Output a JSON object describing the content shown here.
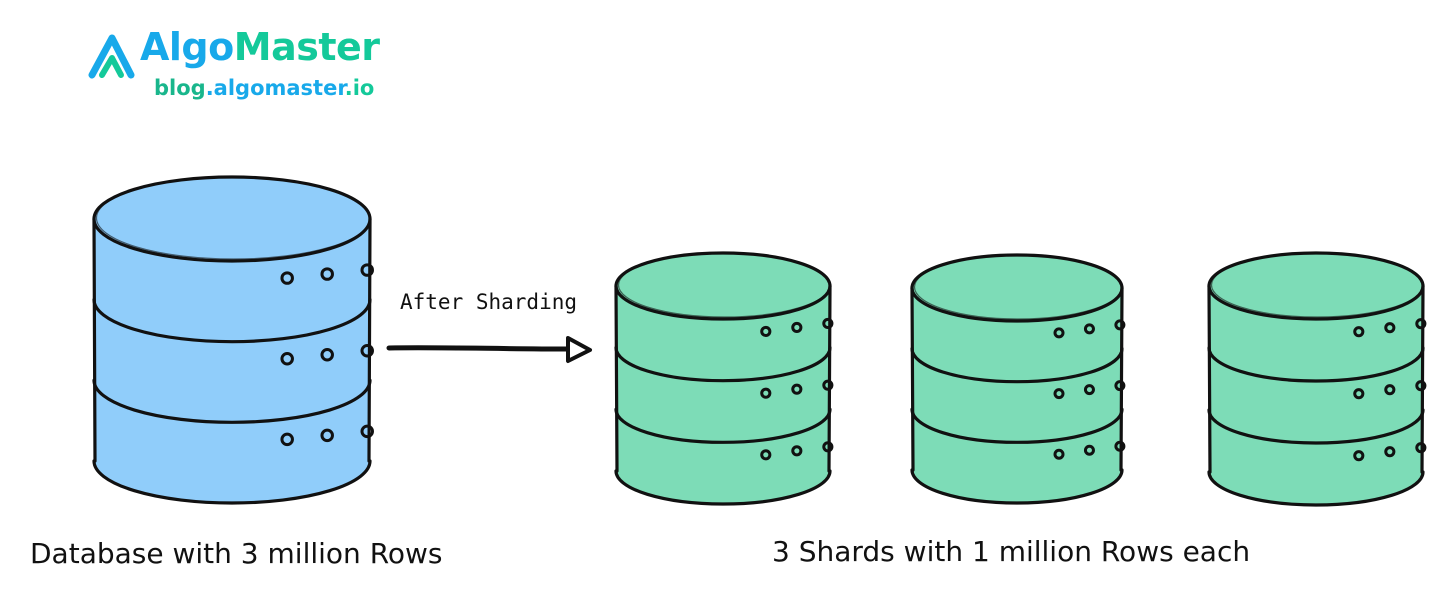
{
  "brand": {
    "name_part1": "Algo",
    "name_part2": "Master",
    "url_part1": "blog",
    "url_part2": ".algomaster",
    "url_part3": ".io",
    "url_part4": "",
    "icon": "algomaster-logo-icon"
  },
  "diagram": {
    "arrow_label": "After Sharding",
    "left_caption": "Database with 3 million Rows",
    "right_caption": "3 Shards with 1 million Rows each",
    "source_db": {
      "icon": "database-icon",
      "color": "#90cdfa",
      "layers": 3
    },
    "shards": [
      {
        "icon": "database-shard-icon",
        "color": "#7ddcb7",
        "layers": 3
      },
      {
        "icon": "database-shard-icon",
        "color": "#7ddcb7",
        "layers": 3
      },
      {
        "icon": "database-shard-icon",
        "color": "#7ddcb7",
        "layers": 3
      }
    ],
    "stroke_color": "#111111",
    "arrow_icon": "right-arrow-icon"
  }
}
